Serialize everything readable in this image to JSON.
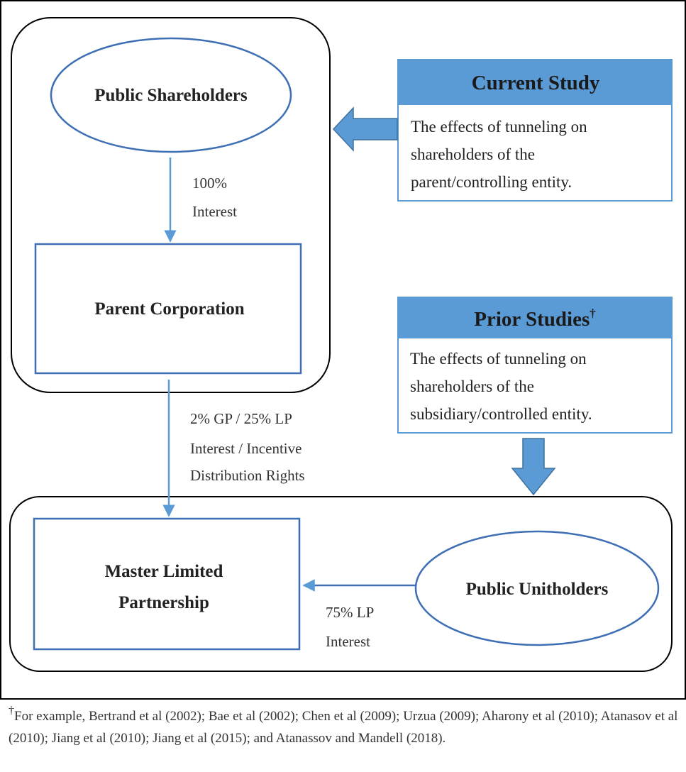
{
  "colors": {
    "box_stroke": "#3e6fb5",
    "header_fill": "#5b9bd5",
    "arrow_fill": "#5b9bd5",
    "arrow_stroke": "#41719c",
    "text": "#222222",
    "frame": "#000000"
  },
  "nodes": {
    "public_shareholders": "Public Shareholders",
    "parent_corporation": "Parent Corporation",
    "mlp_line1": "Master Limited",
    "mlp_line2": "Partnership",
    "public_unitholders": "Public Unitholders"
  },
  "edges": {
    "shareholders_to_parent": [
      "100%",
      "Interest"
    ],
    "parent_to_mlp": [
      "2% GP / 25% LP",
      "Interest / Incentive",
      "Distribution Rights"
    ],
    "unitholders_to_mlp": [
      "75% LP",
      "Interest"
    ]
  },
  "callouts": {
    "current": {
      "title": "Current Study",
      "body": [
        "The effects of tunneling on",
        "shareholders of the",
        "parent/controlling entity."
      ]
    },
    "prior": {
      "title": "Prior Studies",
      "title_mark": "†",
      "body": [
        "The effects of tunneling on",
        "shareholders of the",
        "subsidiary/controlled entity."
      ]
    }
  },
  "footnote": {
    "mark": "†",
    "text": "For example, Bertrand et al (2002); Bae et al (2002); Chen et al (2009); Urzua (2009); Aharony et al (2010); Atanasov et al (2010); Jiang et al (2010); Jiang et al (2015); and Atanassov and Mandell (2018)."
  }
}
